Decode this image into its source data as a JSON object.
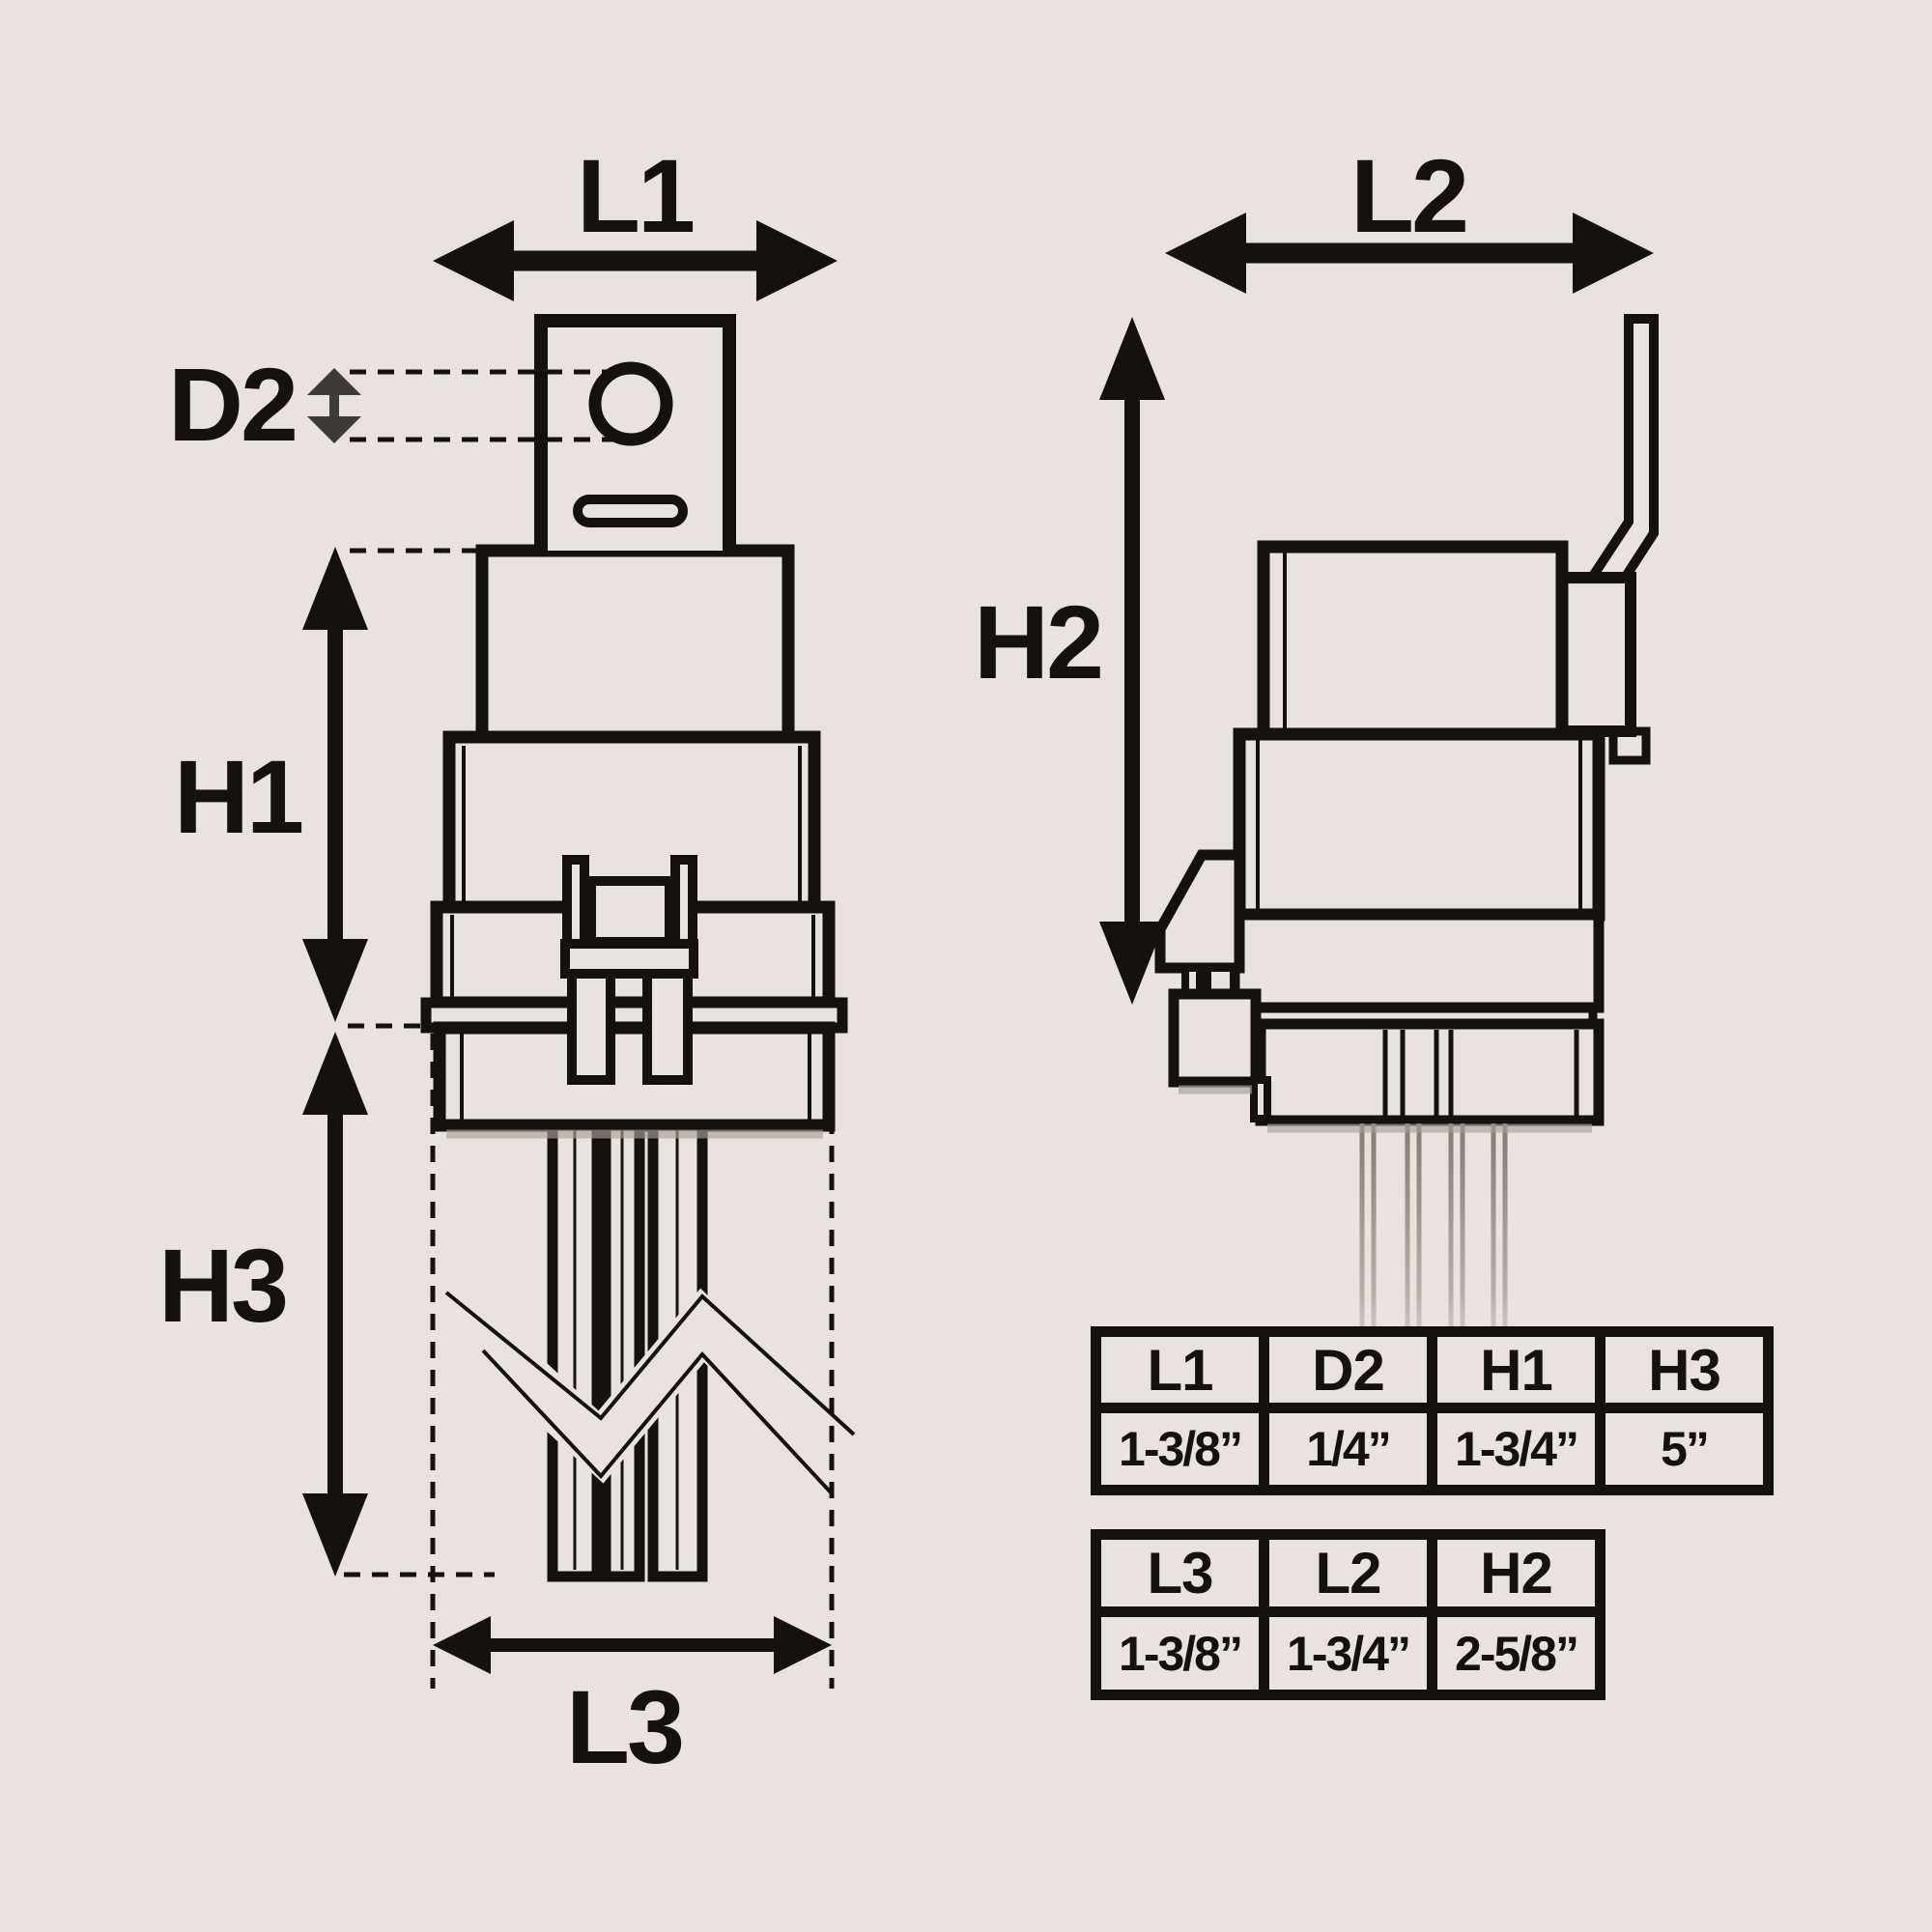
{
  "colors": {
    "background": "#e9e2df",
    "line": "#14110e",
    "dim_grey": "#3d3a38",
    "wire_grey": "#7d756f",
    "shadow": "#a89f99"
  },
  "front_view": {
    "l1": "L1",
    "d2": "D2",
    "h1": "H1",
    "h3": "H3",
    "l3": "L3"
  },
  "side_view": {
    "l2": "L2",
    "h2": "H2"
  },
  "tables": [
    {
      "headers": [
        "L1",
        "D2",
        "H1",
        "H3"
      ],
      "values": [
        "1-3/8”",
        "1/4”",
        "1-3/4”",
        "5”"
      ]
    },
    {
      "headers": [
        "L3",
        "L2",
        "H2"
      ],
      "values": [
        "1-3/8”",
        "1-3/4”",
        "2-5/8”"
      ]
    }
  ]
}
